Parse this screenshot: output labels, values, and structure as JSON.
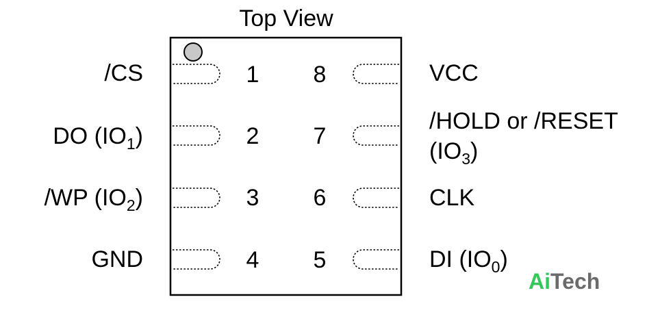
{
  "title": "Top View",
  "left_pins": [
    {
      "number": "1",
      "label": "/CS",
      "sub": ""
    },
    {
      "number": "2",
      "label": "DO (IO",
      "sub": "1",
      "suffix": ")"
    },
    {
      "number": "3",
      "label": "/WP (IO",
      "sub": "2",
      "suffix": ")"
    },
    {
      "number": "4",
      "label": "GND",
      "sub": ""
    }
  ],
  "right_pins": [
    {
      "number": "8",
      "label": "VCC"
    },
    {
      "number": "7",
      "label": "/HOLD or /RESET",
      "line2": "(IO",
      "line2_sub": "3",
      "line2_suffix": ")"
    },
    {
      "number": "6",
      "label": "CLK"
    },
    {
      "number": "5",
      "label": "DI (IO",
      "sub": "0",
      "suffix": ")"
    }
  ],
  "watermark": {
    "part1": "Ai",
    "part2": "Tech",
    "color1": "#34c759",
    "color2": "#6b6b6b"
  },
  "colors": {
    "outline": "#000000",
    "pin1_dot": "#c8c8c8"
  }
}
